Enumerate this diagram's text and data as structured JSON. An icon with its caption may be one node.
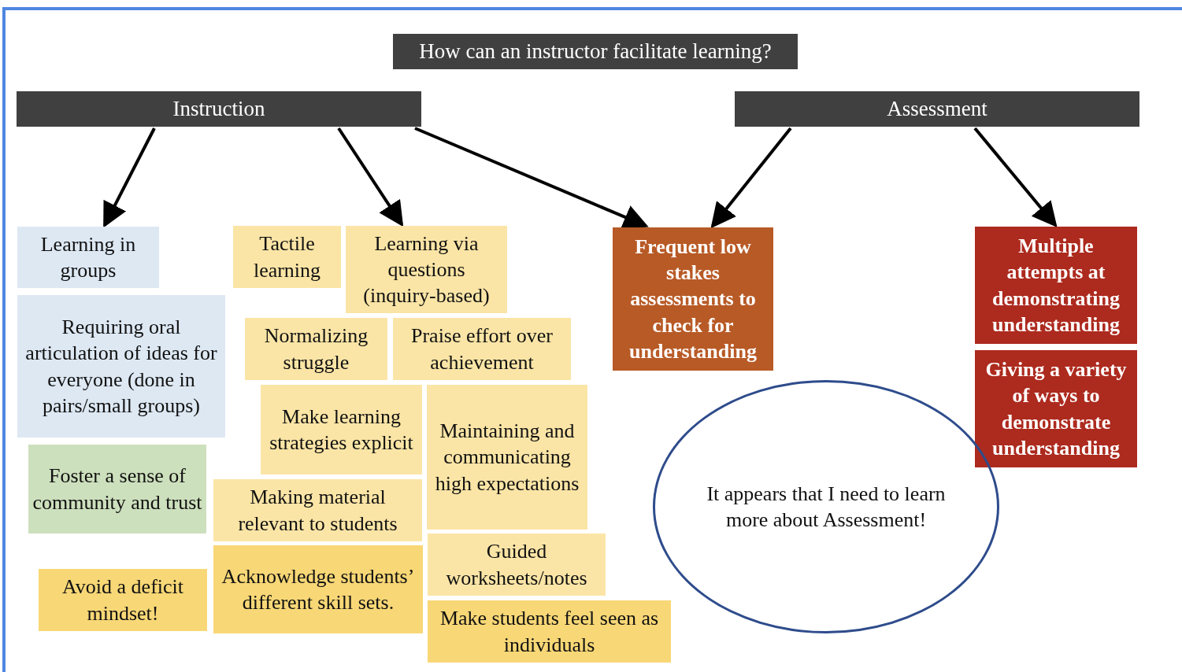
{
  "diagram": {
    "nodes": [
      {
        "text": [
          "How can an instructor facilitate learning?"
        ]
      },
      {
        "text": [
          "Instruction"
        ]
      },
      {
        "text": [
          "Assessment"
        ]
      },
      {
        "text": [
          "Learning in groups"
        ]
      },
      {
        "text": [
          "Requiring oral articulation of ideas for everyone (done in pairs/small groups)"
        ]
      },
      {
        "text": [
          "Foster a sense of community and trust"
        ]
      },
      {
        "text": [
          "Avoid a deficit mindset!"
        ]
      },
      {
        "text": [
          "Tactile learning"
        ]
      },
      {
        "text": [
          "Learning via questions (inquiry-based)"
        ]
      },
      {
        "text": [
          "Normalizing struggle"
        ]
      },
      {
        "text": [
          "Praise effort over achievement"
        ]
      },
      {
        "text": [
          "Make learning strategies explicit"
        ]
      },
      {
        "text": [
          "Maintaining and communicating high expectations"
        ]
      },
      {
        "text": [
          "Making material relevant to students"
        ]
      },
      {
        "text": [
          "Acknowledge students’ different skill sets."
        ]
      },
      {
        "text": [
          "Guided worksheets/notes"
        ]
      },
      {
        "text": [
          "Make students feel seen as individuals"
        ]
      },
      {
        "text": [
          "Frequent low stakes assessments to check for understanding"
        ]
      },
      {
        "text": [
          "Multiple attempts at demonstrating understanding"
        ]
      },
      {
        "text": [
          "Giving a variety of ways to demonstrate understanding"
        ]
      },
      {
        "text": [
          "It appears that I need to learn more about Assessment!"
        ]
      }
    ],
    "edges": [
      {
        "from": 1,
        "to": 3,
        "arrow": "to"
      },
      {
        "from": 1,
        "to": 8,
        "arrow": "to"
      },
      {
        "from": 1,
        "to": 17,
        "arrow": "to"
      },
      {
        "from": 2,
        "to": 17,
        "arrow": "to"
      },
      {
        "from": 2,
        "to": 18,
        "arrow": "to"
      }
    ]
  }
}
